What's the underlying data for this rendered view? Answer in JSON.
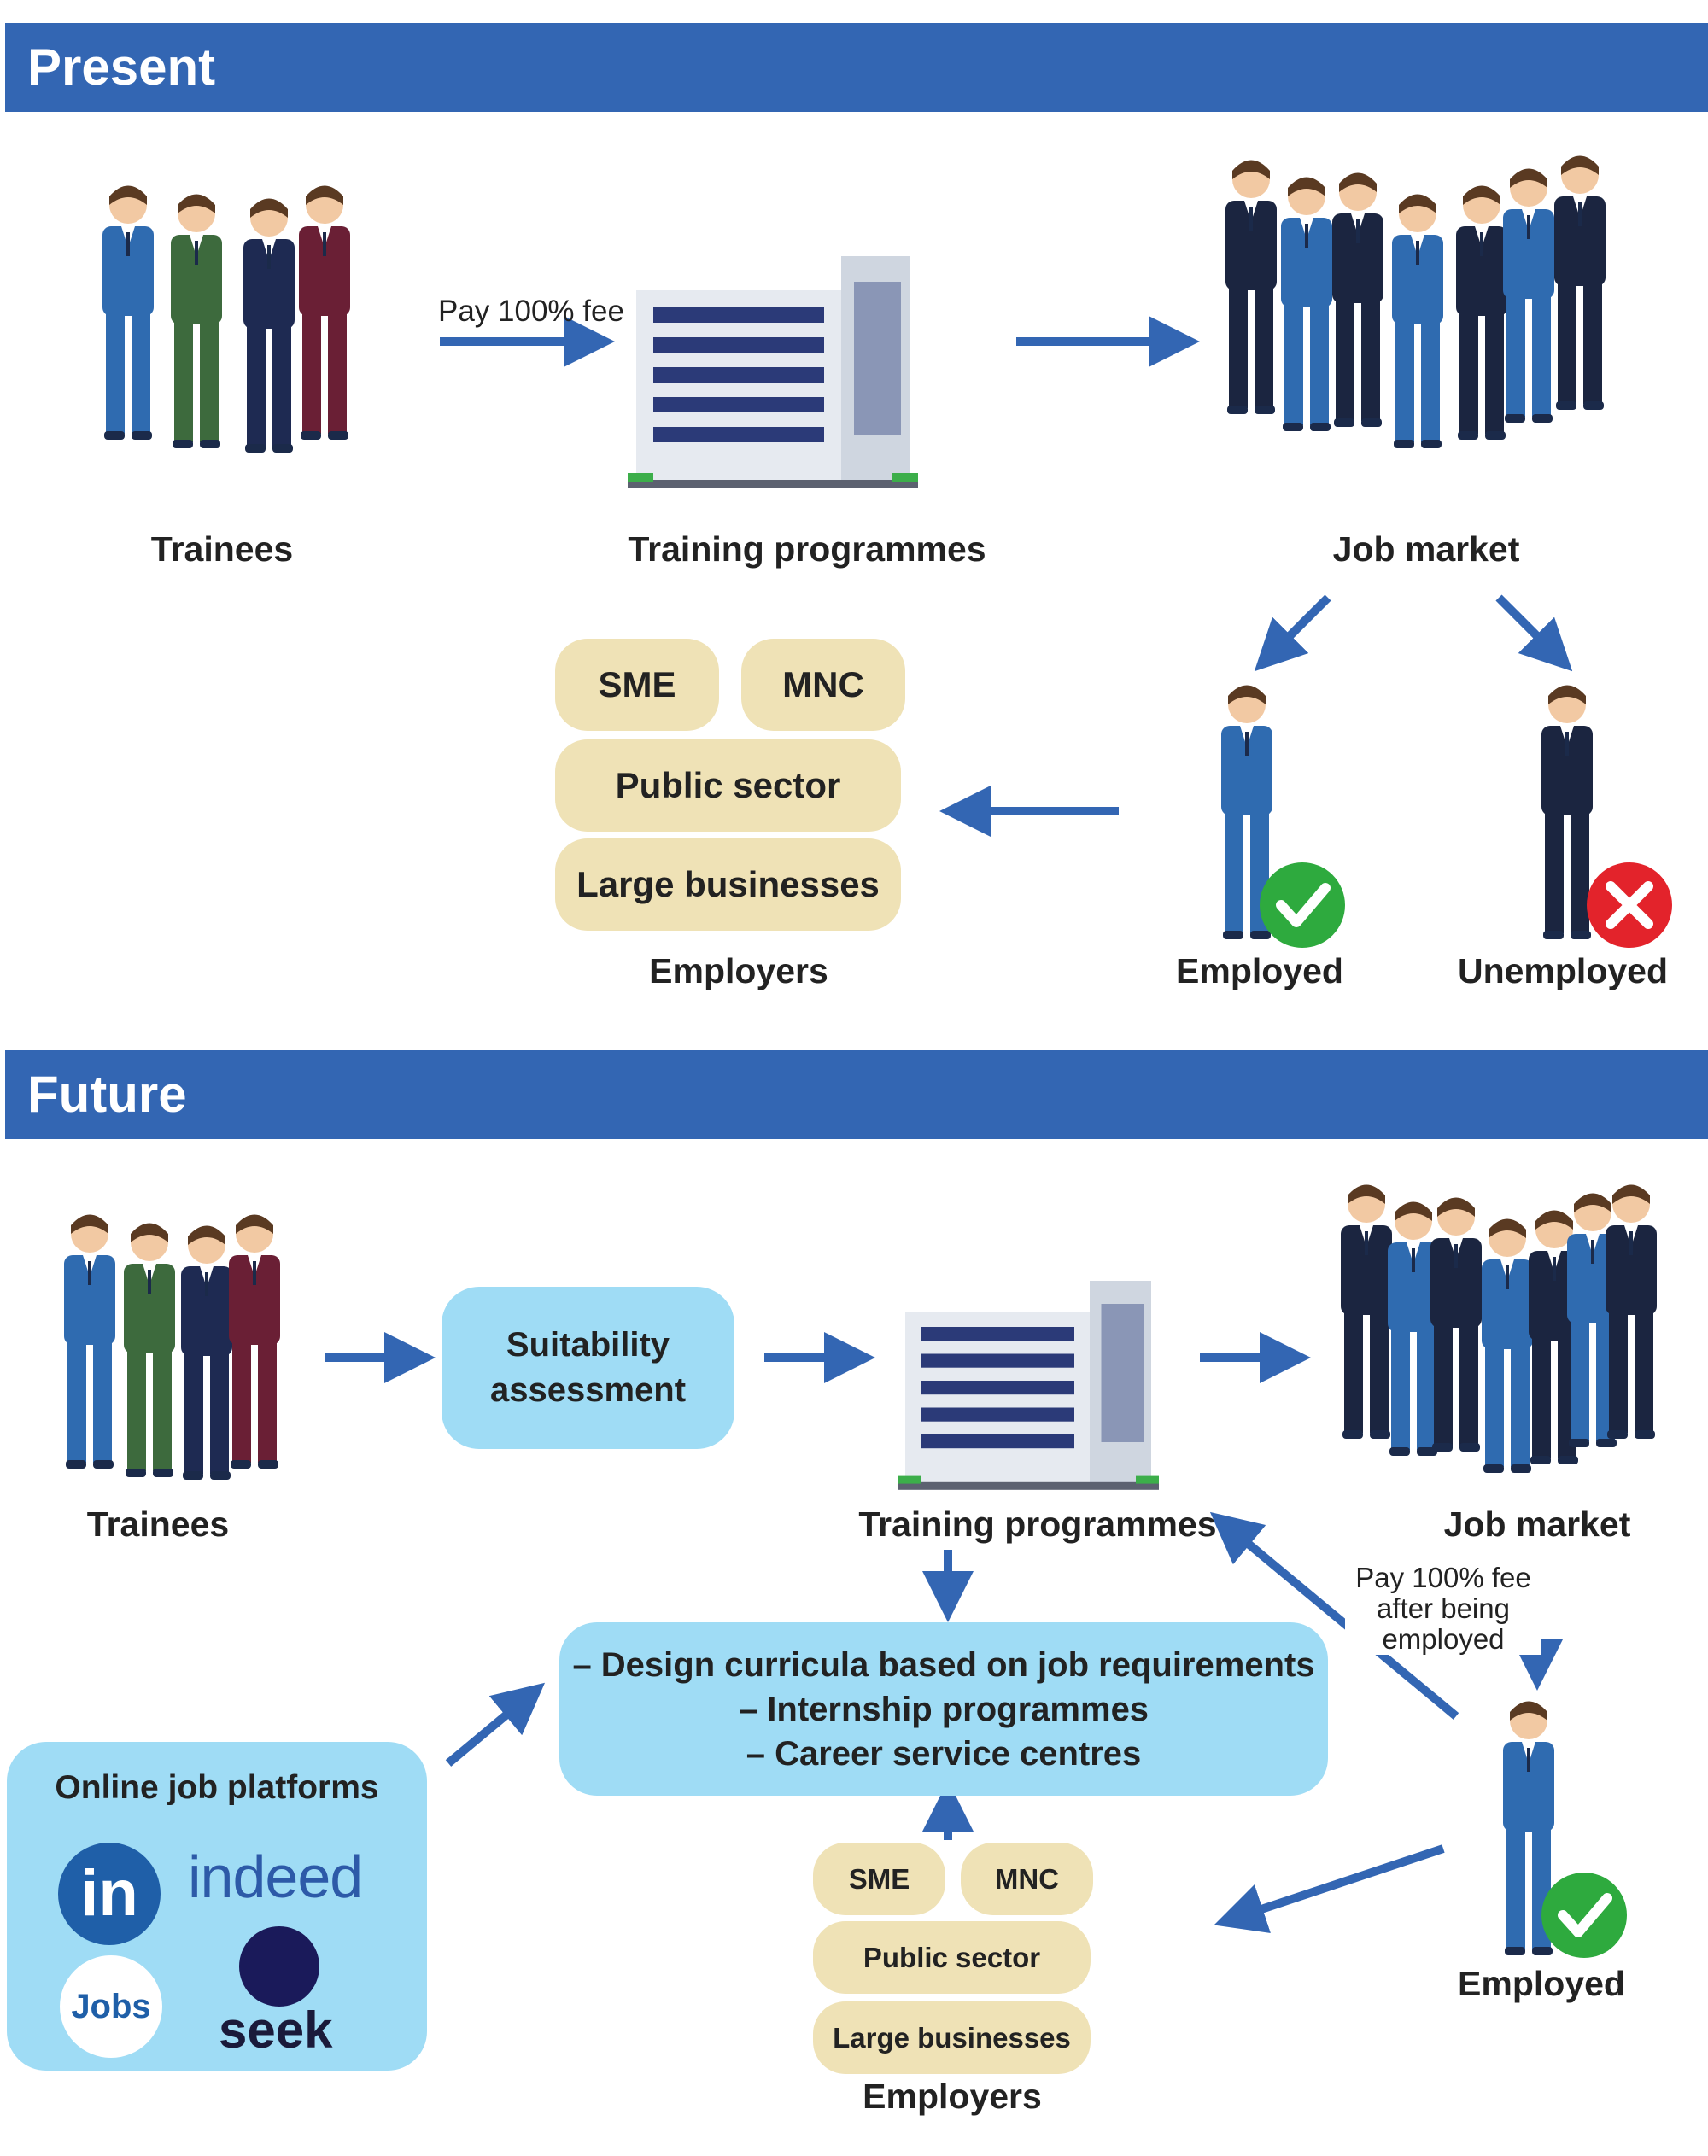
{
  "present": {
    "banner": "Present",
    "fee_label": "Pay 100% fee",
    "trainees": "Trainees",
    "training": "Training programmes",
    "job_market": "Job market",
    "employers_title": "Employers",
    "employers": {
      "sme": "SME",
      "mnc": "MNC",
      "public": "Public sector",
      "large": "Large businesses"
    },
    "employed": "Employed",
    "unemployed": "Unemployed"
  },
  "future": {
    "banner": "Future",
    "trainees": "Trainees",
    "assessment": [
      "Suitability",
      "assessment"
    ],
    "training": "Training programmes",
    "job_market": "Job market",
    "fee_note": [
      "Pay 100% fee",
      "after being",
      "employed"
    ],
    "initiatives": [
      "– Design curricula based on job requirements",
      "– Internship programmes",
      "– Career service centres"
    ],
    "employers_title": "Employers",
    "employers": {
      "sme": "SME",
      "mnc": "MNC",
      "public": "Public sector",
      "large": "Large businesses"
    },
    "employed": "Employed",
    "platforms_title": "Online job platforms",
    "platforms": {
      "linkedin": "in",
      "indeed": "indeed",
      "jobs": "Jobs",
      "seek": "seek"
    }
  },
  "colors": {
    "banner": "#3366b3",
    "arrow": "#3366b3",
    "employer_pill": "#efe2b6",
    "info_box": "#9fdcf5",
    "check": "#2eaa3e",
    "cross": "#e3232b"
  }
}
